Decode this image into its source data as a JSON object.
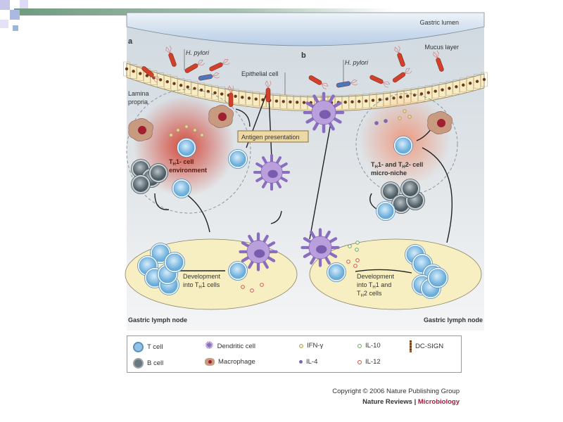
{
  "figure": {
    "panel_a": "a",
    "panel_b": "b",
    "gastric_lumen": "Gastric lumen",
    "mucus_layer": "Mucus layer",
    "h_pylori_a": "H. pylori",
    "h_pylori_b": "H. pylori",
    "epithelial_cell": "Epithelial cell",
    "lamina_propria": [
      "Lamina",
      "propria"
    ],
    "antigen_presentation": "Antigen presentation",
    "th1_environment": {
      "t": "T",
      "sub": "H",
      "rest": "1- cell",
      "line2": "environment"
    },
    "micro_niche": {
      "t1": "T",
      "sub1": "H",
      "mid": "1- and T",
      "sub2": "H",
      "rest": "2- cell",
      "line2": "micro-niche"
    },
    "development_a": {
      "line1": "Development",
      "pre": "into T",
      "sub": "H",
      "post": "1 cells"
    },
    "development_b": {
      "line1": "Development",
      "pre": "into T",
      "sub": "H",
      "post": "1 and",
      "l3t": "T",
      "l3sub": "H",
      "l3post": "2 cells"
    },
    "lymph_node_left": "Gastric lymph node",
    "lymph_node_right": "Gastric lymph node"
  },
  "legend": {
    "t_cell": "T cell",
    "b_cell": "B cell",
    "dendritic_cell": "Dendritic cell",
    "macrophage": "Macrophage",
    "ifn_gamma": "IFN-γ",
    "il4": "IL-4",
    "il10": "IL-10",
    "il12": "IL-12",
    "dc_sign": "DC-SIGN"
  },
  "colors": {
    "ifn_gamma": "#e8d9a0",
    "il4": "#7a68b0",
    "il10": "#6aa85a",
    "il12": "#d0503a",
    "t_cell": "#8fc4e8",
    "b_cell": "#6c7880",
    "dendritic": "#a98ccd",
    "macrophage": "#b88a72"
  },
  "copyright": {
    "line1": "Copyright © 2006 Nature Publishing Group",
    "journal": "Nature Reviews",
    "sep": " | ",
    "section": "Microbiology"
  }
}
